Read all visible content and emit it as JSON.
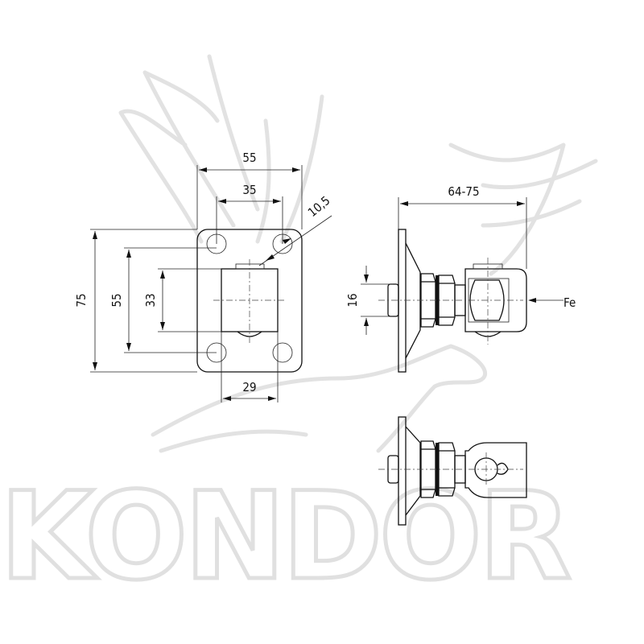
{
  "watermark": {
    "brand": "KONDOR"
  },
  "front_view": {
    "dim_width_outer": "55",
    "dim_hole_spacing_h": "35",
    "dim_hole_diameter": "10,5",
    "dim_height_outer": "75",
    "dim_hole_spacing_v": "55",
    "dim_body_height": "33",
    "dim_body_width": "29"
  },
  "side_view": {
    "dim_length": "64-75",
    "dim_thread": "16",
    "force_label": "Fe"
  },
  "colors": {
    "line": "#111111",
    "watermark": "#e0e0e0"
  }
}
